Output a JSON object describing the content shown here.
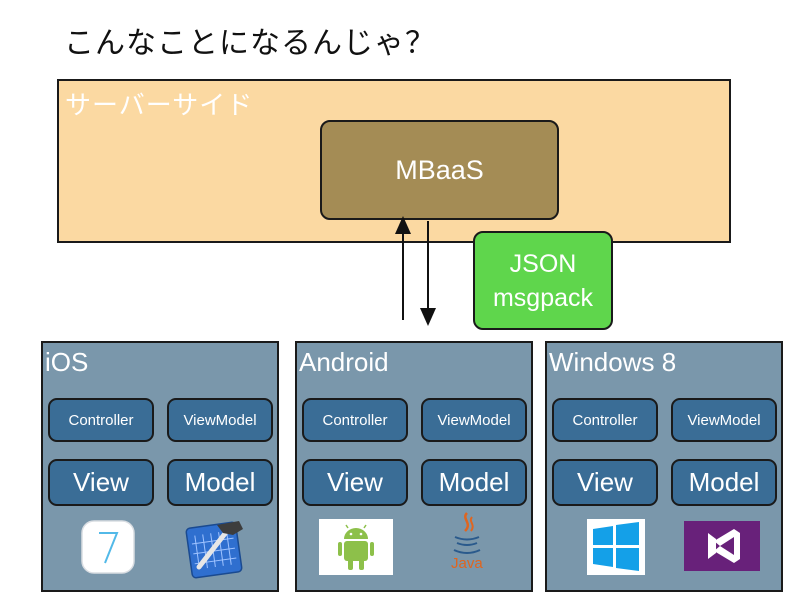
{
  "title": "こんなことになるんじゃ？",
  "server": {
    "label": "サーバーサイド",
    "service": "MBaaS"
  },
  "format_box": {
    "line1": "JSON",
    "line2": "msgpack"
  },
  "colors": {
    "server_bg": "#fbd9a2",
    "mbaas_bg": "#a48c55",
    "format_bg": "#5fd64c",
    "platform_bg": "#7a97ab",
    "pill_bg": "#3a6d96"
  },
  "platforms": [
    {
      "name": "iOS",
      "controller": "Controller",
      "viewmodel": "ViewModel",
      "view": "View",
      "model": "Model",
      "logos": [
        "ios7-icon",
        "xcode-icon"
      ]
    },
    {
      "name": "Android",
      "controller": "Controller",
      "viewmodel": "ViewModel",
      "view": "View",
      "model": "Model",
      "logos": [
        "android-icon",
        "java-icon"
      ],
      "java_label": "Java"
    },
    {
      "name": "Windows 8",
      "controller": "Controller",
      "viewmodel": "ViewModel",
      "view": "View",
      "model": "Model",
      "logos": [
        "windows-icon",
        "visual-studio-icon"
      ]
    }
  ]
}
